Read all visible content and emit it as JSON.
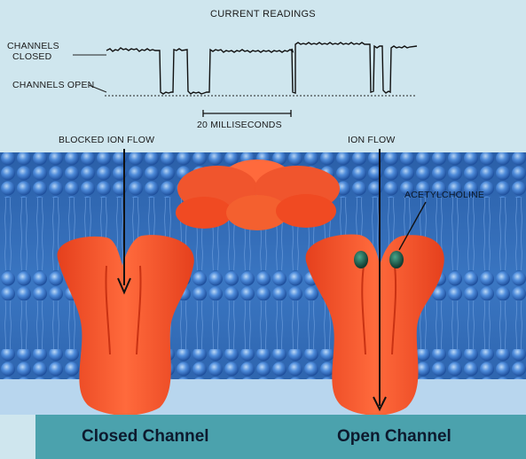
{
  "trace": {
    "title": "CURRENT READINGS",
    "label_closed_line1": "CHANNELS",
    "label_closed_line2": "CLOSED",
    "label_open": "CHANNELS OPEN",
    "scale_label": "20 MILLISECONDS"
  },
  "membrane": {
    "blocked_label": "BLOCKED ION FLOW",
    "ion_flow_label": "ION FLOW",
    "acetylcholine_label": "ACETYLCHOLINE"
  },
  "captions": {
    "closed": "Closed Channel",
    "open": "Open Channel"
  },
  "colors": {
    "protein": "#f0522a",
    "membrane_bg": "#2f66b0",
    "lipid_head": "#4a86d6",
    "caption_bar": "#4ba2ad",
    "acetylcholine": "#1f5a4a"
  }
}
